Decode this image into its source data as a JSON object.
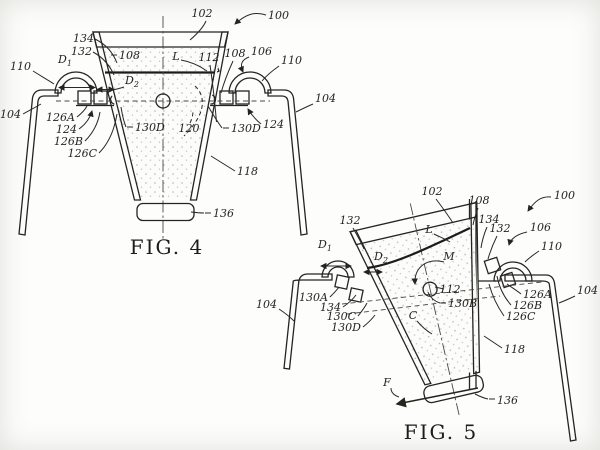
{
  "page": {
    "background": "#fdfdfb",
    "ink": "#25241f",
    "description": "patent line drawing, two figures of a cup retained in a cup holder"
  },
  "fig4": {
    "caption": "FIG. 4",
    "labels": {
      "n100": "100",
      "n102": "102",
      "n104L": "104",
      "n104R": "104",
      "n106": "106",
      "n108L": "108",
      "n108R": "108",
      "n110L": "110",
      "n110R": "110",
      "n112": "112",
      "n118": "118",
      "n120": "120",
      "n124L": "124",
      "n124R": "124",
      "n126A": "126A",
      "n126B": "126B",
      "n126C": "126C",
      "n130DL": "130D",
      "n130DR": "130D",
      "n132": "132",
      "n134": "134",
      "n136": "136",
      "D": "D",
      "D1sub": "1",
      "D2sub": "2",
      "L": "L"
    }
  },
  "fig5": {
    "caption": "FIG. 5",
    "labels": {
      "n100": "100",
      "n102": "102",
      "n104L": "104",
      "n104R": "104",
      "n106": "106",
      "n108": "108",
      "n110": "110",
      "n112": "112",
      "n118": "118",
      "n126A": "126A",
      "n126B": "126B",
      "n126C": "126C",
      "n130A": "130A",
      "n130B": "130B",
      "n130C": "130C",
      "n130D": "130D",
      "n132L": "132",
      "n132R": "132",
      "n134L": "134",
      "n134R": "134",
      "n136": "136",
      "D": "D",
      "D1sub": "1",
      "D2sub": "2",
      "L": "L",
      "M": "M",
      "C": "C",
      "F": "F"
    }
  }
}
